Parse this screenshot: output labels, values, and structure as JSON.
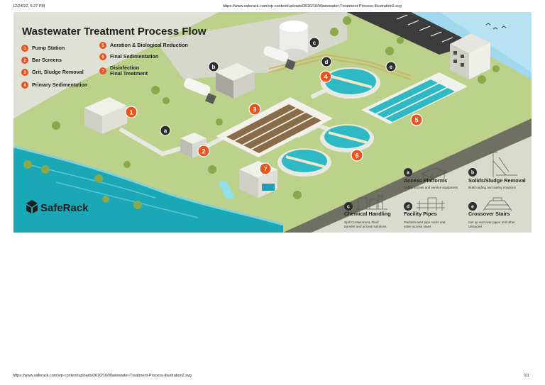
{
  "print": {
    "timestamp": "12/24/22, 5:27 PM",
    "header_url": "https://www.saferack.com/wp-content/uploads/2020/10/Wastewater-Treatment-Process-Illustration2.svg",
    "footer_url": "https://www.saferack.com/wp-content/uploads/2020/10/Wastewater-Treatment-Process-Illustration2.svg",
    "page": "1/1"
  },
  "diagram": {
    "title": "Wastewater Treatment Process Flow",
    "brand": "SafeRack",
    "steps": [
      {
        "num": "1",
        "label": "Pump Station"
      },
      {
        "num": "2",
        "label": "Bar Screens"
      },
      {
        "num": "3",
        "label": "Grit, Sludge Removal"
      },
      {
        "num": "4",
        "label": "Primary Sedimentation"
      },
      {
        "num": "5",
        "label": "Aeration & Biological Reduction"
      },
      {
        "num": "6",
        "label": "Final Sedimentation"
      },
      {
        "num": "7",
        "label": "Disinfection",
        "label2": "Final Treatment"
      }
    ],
    "equipment": [
      {
        "letter": "a",
        "title": "Access Platforms",
        "desc": "Safely access and service equipment"
      },
      {
        "letter": "b",
        "title": "Solids/Sludge Removal",
        "desc": "Bulk loading and safety solutions"
      },
      {
        "letter": "c",
        "title": "Chemical Handling",
        "desc": "Spill Containment, Fluid",
        "desc2": "transfer and access solutions"
      },
      {
        "letter": "d",
        "title": "Facility Pipes",
        "desc": "Prefabricated pipe racks and",
        "desc2": "valve access stairs"
      },
      {
        "letter": "e",
        "title": "Crossover Stairs",
        "desc": "Get up and over pipes and other",
        "desc2": "obstacles"
      }
    ],
    "colors": {
      "step_badge": "#e8531f",
      "letter_badge": "#2d2d2d",
      "grass": "#b9cf86",
      "ground": "#d9dbcf",
      "water": "#2fb9c4",
      "river": "#1aa7b6",
      "sky": "#9fd8ef",
      "brand_dark": "#1e1e1e"
    }
  }
}
